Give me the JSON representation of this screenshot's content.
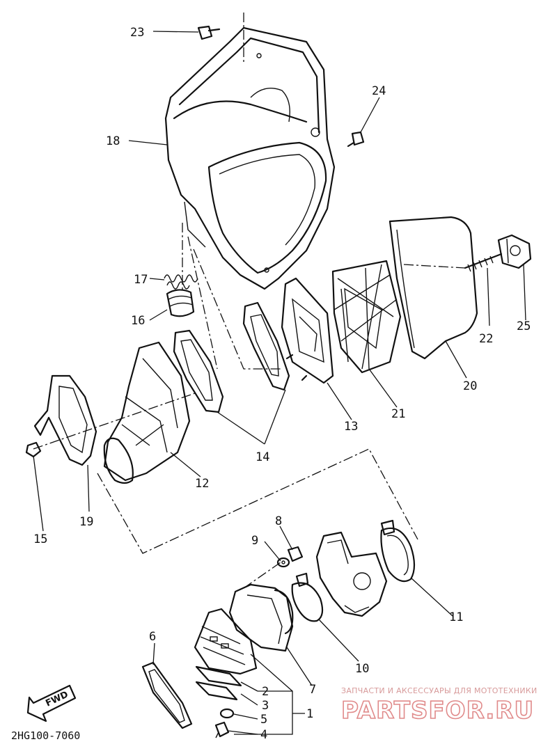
{
  "callouts": {
    "p1": "1",
    "p2": "2",
    "p3": "3",
    "p4": "4",
    "p5": "5",
    "p6": "6",
    "p7": "7",
    "p8": "8",
    "p9": "9",
    "p10": "10",
    "p11": "11",
    "p12": "12",
    "p13": "13",
    "p14": "14",
    "p15": "15",
    "p16": "16",
    "p17": "17",
    "p18": "18",
    "p19": "19",
    "p20": "20",
    "p21": "21",
    "p22": "22",
    "p23": "23",
    "p24": "24",
    "p25": "25"
  },
  "diagram_code": "2HG100-7060",
  "fwd_label": "FWD",
  "watermark": {
    "subtitle": "ЗАПЧАСТИ И АКСЕССУАРЫ ДЛЯ МОТОТЕХНИКИ",
    "brand": "PARTSFOR.RU",
    "color": "#e08a8a"
  }
}
